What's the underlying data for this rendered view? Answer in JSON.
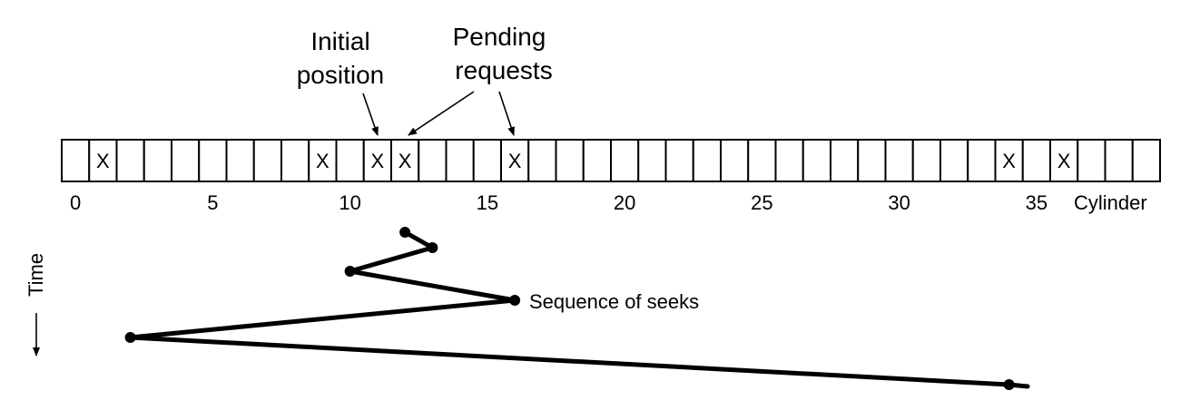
{
  "labels": {
    "initial_position": [
      "Initial",
      "position"
    ],
    "pending_requests": [
      "Pending",
      "requests"
    ],
    "axis_name": "Cylinder",
    "time": "Time",
    "sequence": "Sequence of seeks"
  },
  "cylinders": {
    "count": 40,
    "ticks": [
      0,
      5,
      10,
      15,
      20,
      25,
      30,
      35
    ],
    "marked": [
      1,
      9,
      11,
      12,
      16,
      34,
      36
    ],
    "marker_text": "X"
  },
  "seek_sequence": [
    12,
    13,
    10,
    16,
    2,
    34
  ]
}
